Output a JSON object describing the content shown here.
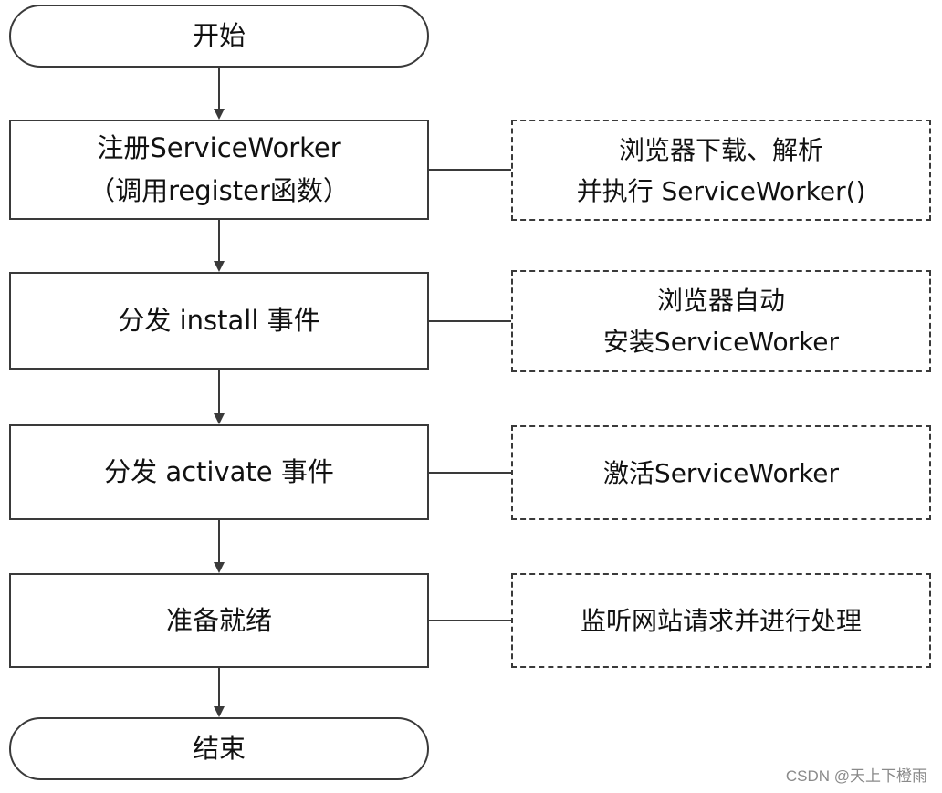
{
  "flow": {
    "start": "开始",
    "steps": [
      {
        "line1": "注册ServiceWorker",
        "line2": "（调用register函数）"
      },
      {
        "line1": "分发 install 事件"
      },
      {
        "line1": "分发 activate 事件"
      },
      {
        "line1": "准备就绪"
      }
    ],
    "end": "结束"
  },
  "notes": [
    {
      "line1": "浏览器下载、解析",
      "line2": "并执行 ServiceWorker()"
    },
    {
      "line1": "浏览器自动",
      "line2": "安装ServiceWorker"
    },
    {
      "line1": "激活ServiceWorker"
    },
    {
      "line1": "监听网站请求并进行处理"
    }
  ],
  "watermark": "CSDN @天上下橙雨",
  "colors": {
    "stroke": "#3a3a3a",
    "background": "#ffffff",
    "text": "#111111"
  }
}
